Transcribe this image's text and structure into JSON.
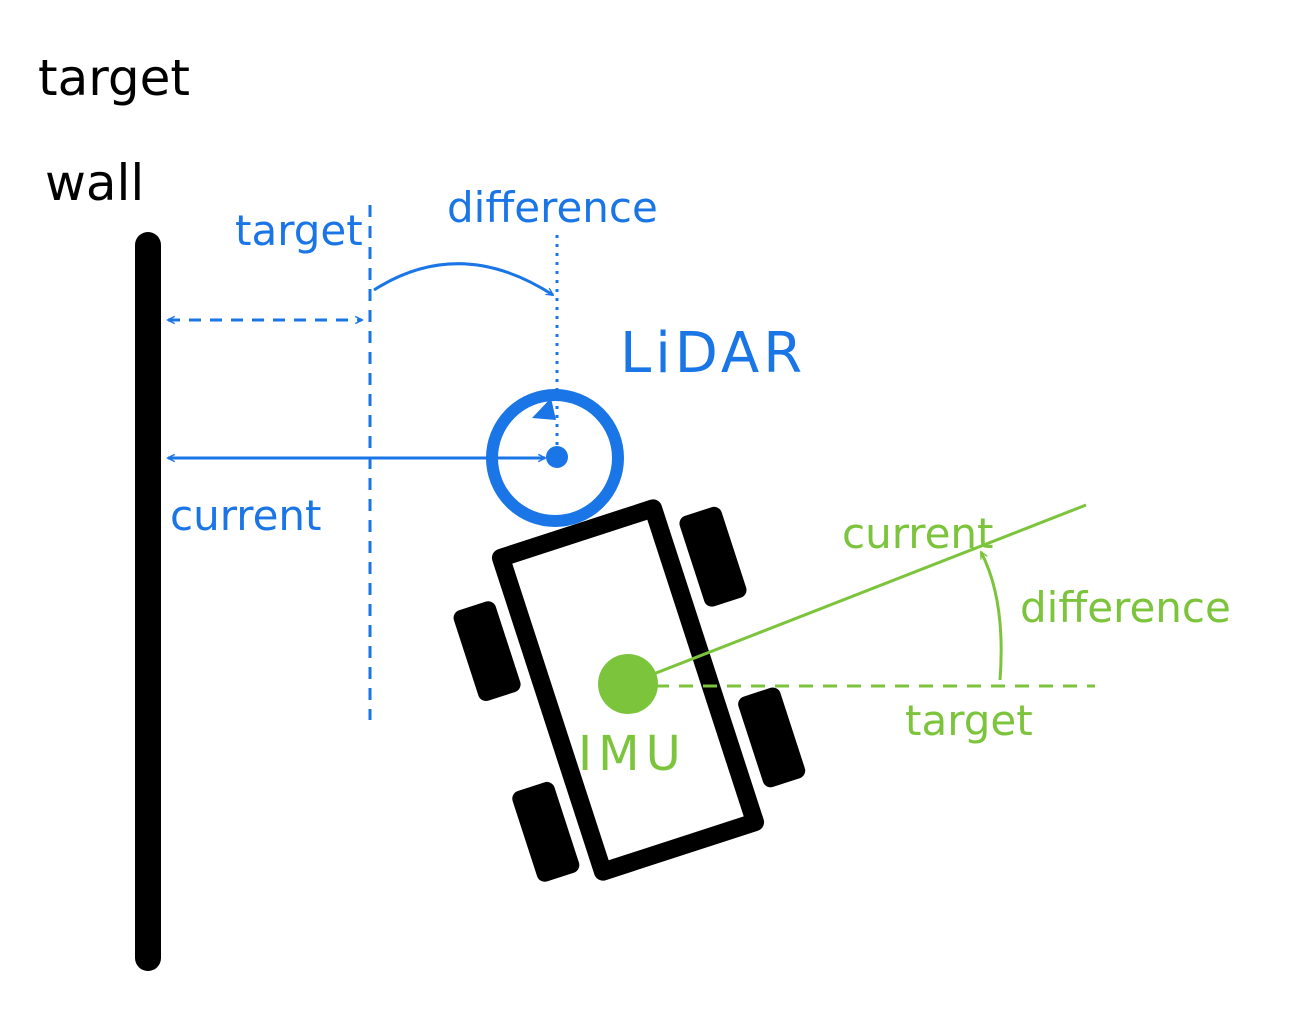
{
  "wall": {
    "label_line1": "target",
    "label_line2": "wall"
  },
  "lidar": {
    "name": "LiDAR",
    "target_label": "target",
    "difference_label": "difference",
    "current_label": "current"
  },
  "imu": {
    "name": "IMU",
    "current_label": "current",
    "difference_label": "difference",
    "target_label": "target"
  },
  "colors": {
    "wall": "#000000",
    "lidar": "#1a75e6",
    "imu": "#7cc43c",
    "robot": "#000000"
  }
}
